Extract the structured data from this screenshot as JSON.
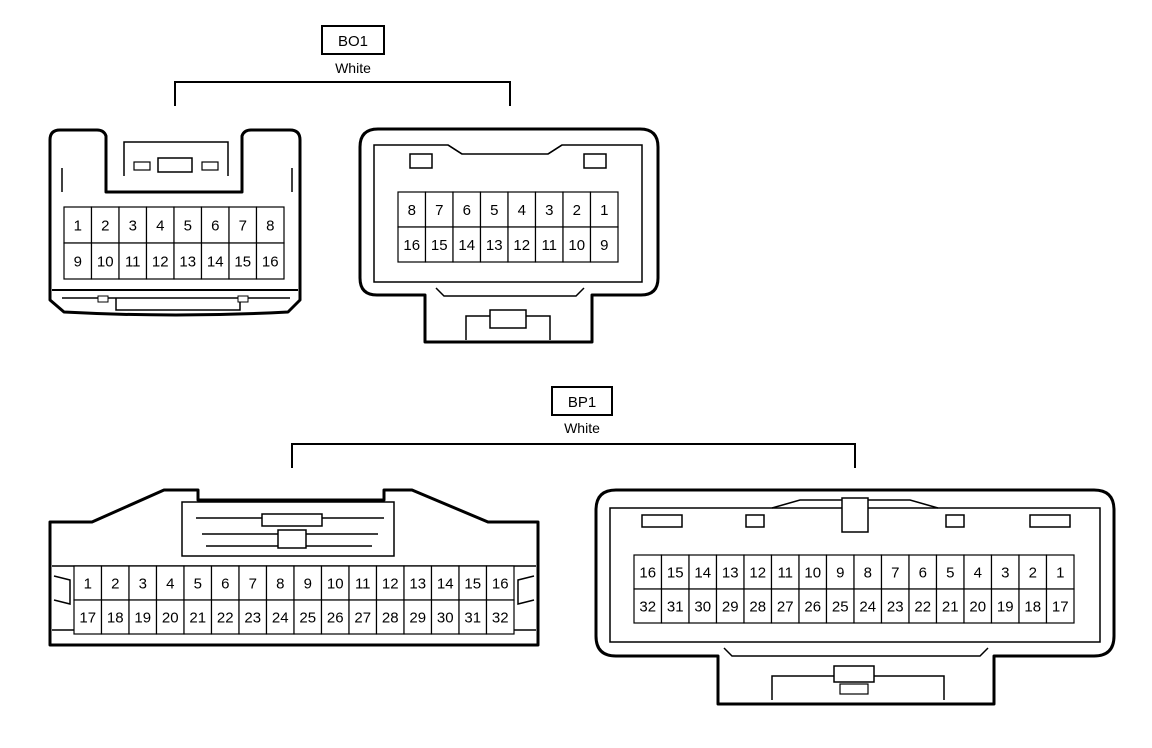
{
  "connectors": [
    {
      "id": "BO1",
      "color": "White",
      "views": [
        {
          "name": "front",
          "rows": [
            [
              1,
              2,
              3,
              4,
              5,
              6,
              7,
              8
            ],
            [
              9,
              10,
              11,
              12,
              13,
              14,
              15,
              16
            ]
          ]
        },
        {
          "name": "rear",
          "rows": [
            [
              8,
              7,
              6,
              5,
              4,
              3,
              2,
              1
            ],
            [
              16,
              15,
              14,
              13,
              12,
              11,
              10,
              9
            ]
          ]
        }
      ]
    },
    {
      "id": "BP1",
      "color": "White",
      "views": [
        {
          "name": "front",
          "rows": [
            [
              1,
              2,
              3,
              4,
              5,
              6,
              7,
              8,
              9,
              10,
              11,
              12,
              13,
              14,
              15,
              16
            ],
            [
              17,
              18,
              19,
              20,
              21,
              22,
              23,
              24,
              25,
              26,
              27,
              28,
              29,
              30,
              31,
              32
            ]
          ]
        },
        {
          "name": "rear",
          "rows": [
            [
              16,
              15,
              14,
              13,
              12,
              11,
              10,
              9,
              8,
              7,
              6,
              5,
              4,
              3,
              2,
              1
            ],
            [
              32,
              31,
              30,
              29,
              28,
              27,
              26,
              25,
              24,
              23,
              22,
              21,
              20,
              19,
              18,
              17
            ]
          ]
        }
      ]
    }
  ]
}
